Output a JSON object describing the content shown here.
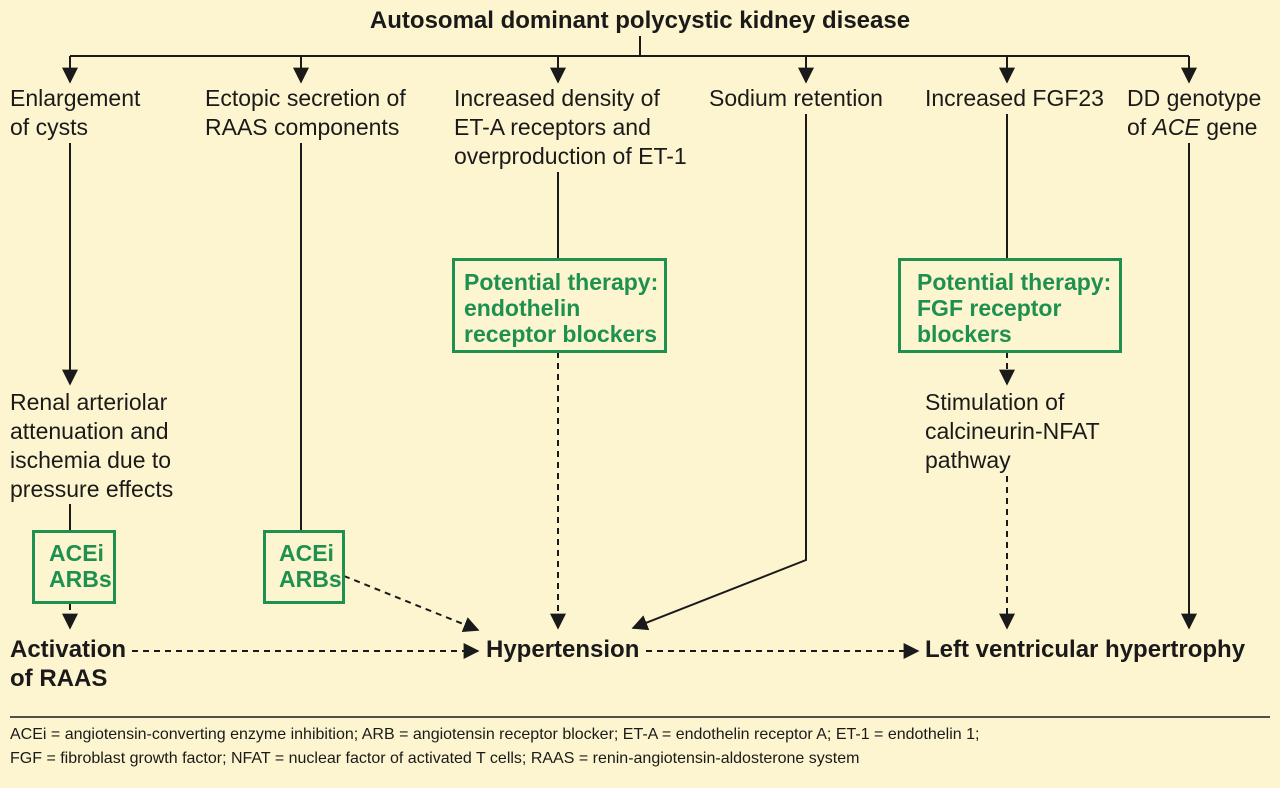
{
  "title": "Autosomal dominant polycystic kidney disease",
  "causes": {
    "cysts": [
      "Enlargement",
      "of cysts"
    ],
    "raas_secretion": [
      "Ectopic secretion of",
      "RAAS components"
    ],
    "et": [
      "Increased density of",
      "ET-A receptors and",
      "overproduction of ET-1"
    ],
    "sodium": [
      "Sodium retention"
    ],
    "fgf23": [
      "Increased FGF23"
    ],
    "ace_prefix": "DD genotype",
    "ace_of": "of ",
    "ace_gene": "ACE",
    "ace_suffix": " gene"
  },
  "intermediate": {
    "renal": [
      "Renal arteriolar",
      "attenuation and",
      "ischemia due to",
      "pressure effects"
    ],
    "calcineurin": [
      "Stimulation of",
      "calcineurin-NFAT",
      "pathway"
    ]
  },
  "therapies": {
    "left_acei": [
      "ACEi",
      "ARBs"
    ],
    "mid_acei": [
      "ACEi",
      "ARBs"
    ],
    "endothelin": [
      "Potential therapy:",
      "endothelin",
      "receptor blockers"
    ],
    "fgf": [
      "Potential therapy:",
      "FGF receptor",
      "blockers"
    ]
  },
  "outcomes": {
    "raas": [
      "Activation",
      "of RAAS"
    ],
    "hypertension": "Hypertension",
    "lvh": "Left ventricular hypertrophy"
  },
  "footnote": [
    "ACEi = angiotensin-converting enzyme inhibition; ARB = angiotensin receptor blocker; ET-A = endothelin receptor A; ET-1 = endothelin 1;",
    "FGF = fibroblast growth factor; NFAT = nuclear factor of activated T cells; RAAS = renin-angiotensin-aldosterone system"
  ],
  "colors": {
    "background": "#fdf5cf",
    "therapy_green": "#1e9150",
    "ink": "#1a1a1a"
  }
}
